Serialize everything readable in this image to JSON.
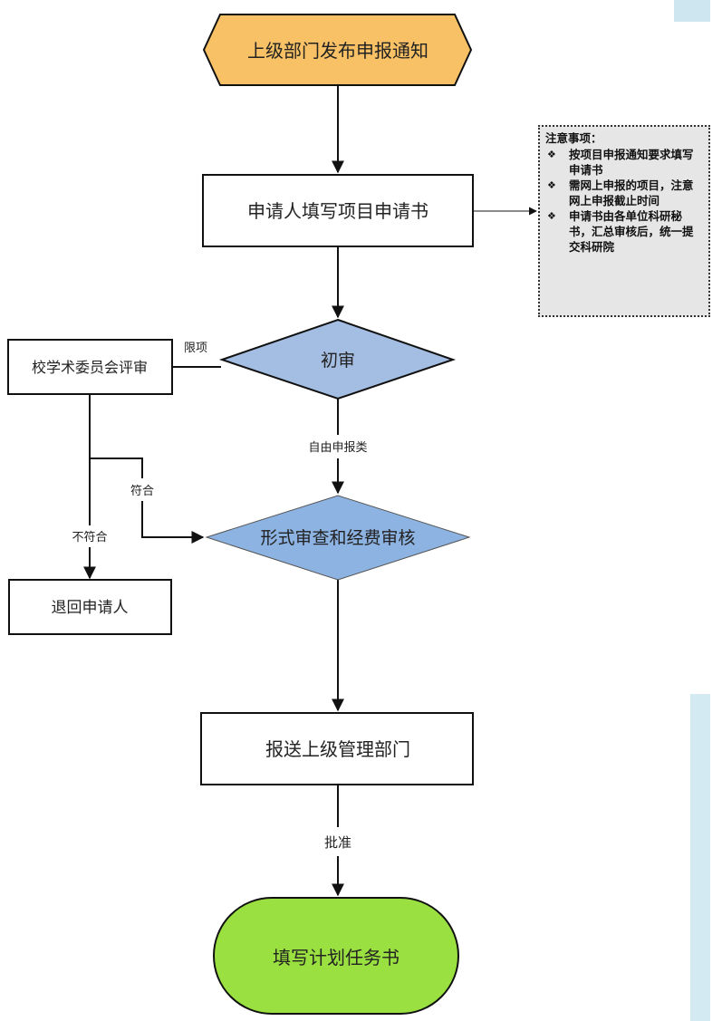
{
  "nodes": {
    "start": {
      "label": "上级部门发布申报通知",
      "shape": "hexagon",
      "color": "#f8c165"
    },
    "fill_application": {
      "label": "申请人填写项目申请书",
      "shape": "rectangle",
      "color": "#ffffff"
    },
    "preliminary_review": {
      "label": "初审",
      "shape": "diamond",
      "color": "#a4bde2"
    },
    "committee_review": {
      "label": "校学术委员会评审",
      "shape": "rectangle",
      "color": "#ffffff"
    },
    "formal_review": {
      "label": "形式审查和经费审核",
      "shape": "diamond",
      "color": "#8db3e2"
    },
    "return_applicant": {
      "label": "退回申请人",
      "shape": "rectangle",
      "color": "#ffffff"
    },
    "submit_superior": {
      "label": "报送上级管理部门",
      "shape": "rectangle",
      "color": "#ffffff"
    },
    "end": {
      "label": "填写计划任务书",
      "shape": "terminator",
      "color": "#99e040"
    }
  },
  "edges": {
    "limited": {
      "label": "限项"
    },
    "free_apply": {
      "label": "自由申报类"
    },
    "compliant": {
      "label": "符合"
    },
    "non_compliant": {
      "label": "不符合"
    },
    "approved": {
      "label": "批准"
    }
  },
  "note": {
    "title": "注意事项：",
    "bullet_icon": "❖",
    "items": [
      "按项目申报通知要求填写申请书",
      "需网上申报的项目，注意网上申报截止时间",
      "申请书由各单位科研秘书，汇总审核后，统一提交科研院"
    ]
  }
}
